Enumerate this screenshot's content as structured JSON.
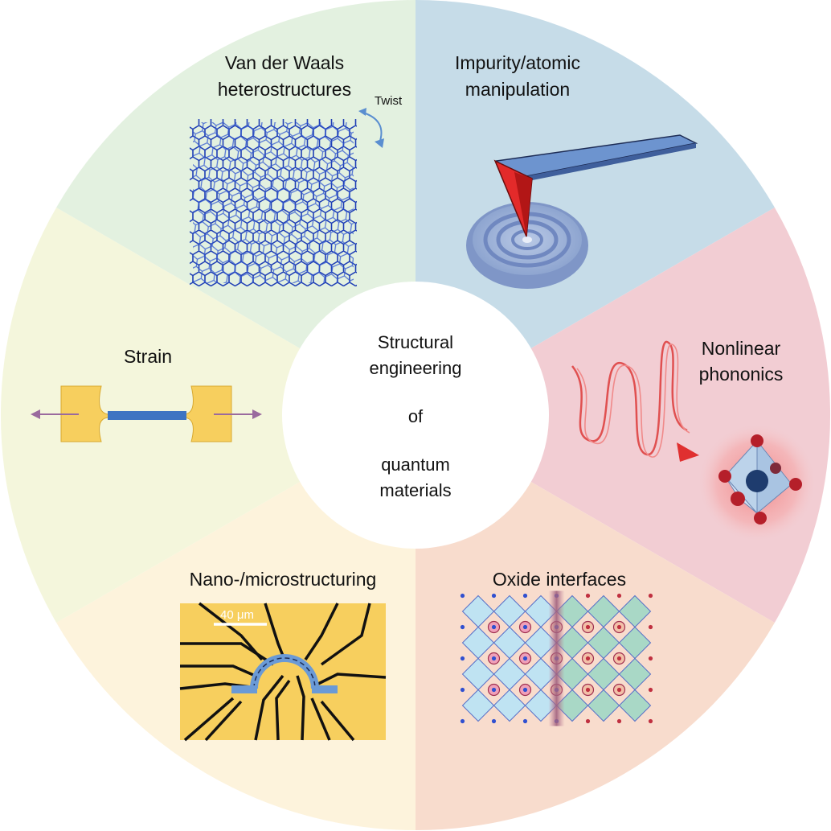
{
  "center": {
    "lines": [
      "Structural",
      "engineering",
      "of",
      "quantum",
      "materials"
    ]
  },
  "segments": [
    {
      "id": "vdw",
      "title_lines": [
        "Van der Waals",
        "heterostructures"
      ],
      "color": "#e3f1e0",
      "annotation": "Twist"
    },
    {
      "id": "impurity",
      "title_lines": [
        "Impurity/atomic",
        "manipulation"
      ],
      "color": "#c6dce8"
    },
    {
      "id": "phononics",
      "title_lines": [
        "Nonlinear",
        "phononics"
      ],
      "color": "#f2cdd3"
    },
    {
      "id": "oxide",
      "title_lines": [
        "Oxide interfaces"
      ],
      "color": "#f8dccd"
    },
    {
      "id": "nano",
      "title_lines": [
        "Nano-/microstructuring"
      ],
      "color": "#fdf3dc",
      "scale_bar": "40 μm"
    },
    {
      "id": "strain",
      "title_lines": [
        "Strain"
      ],
      "color": "#f4f6dc"
    }
  ],
  "icons": [
    "hexagonal-lattice-icon",
    "afm-tip-icon",
    "laser-pulse-icon",
    "octahedron-icon",
    "perovskite-lattice-icon",
    "microdevice-icon",
    "strain-bar-icon"
  ]
}
